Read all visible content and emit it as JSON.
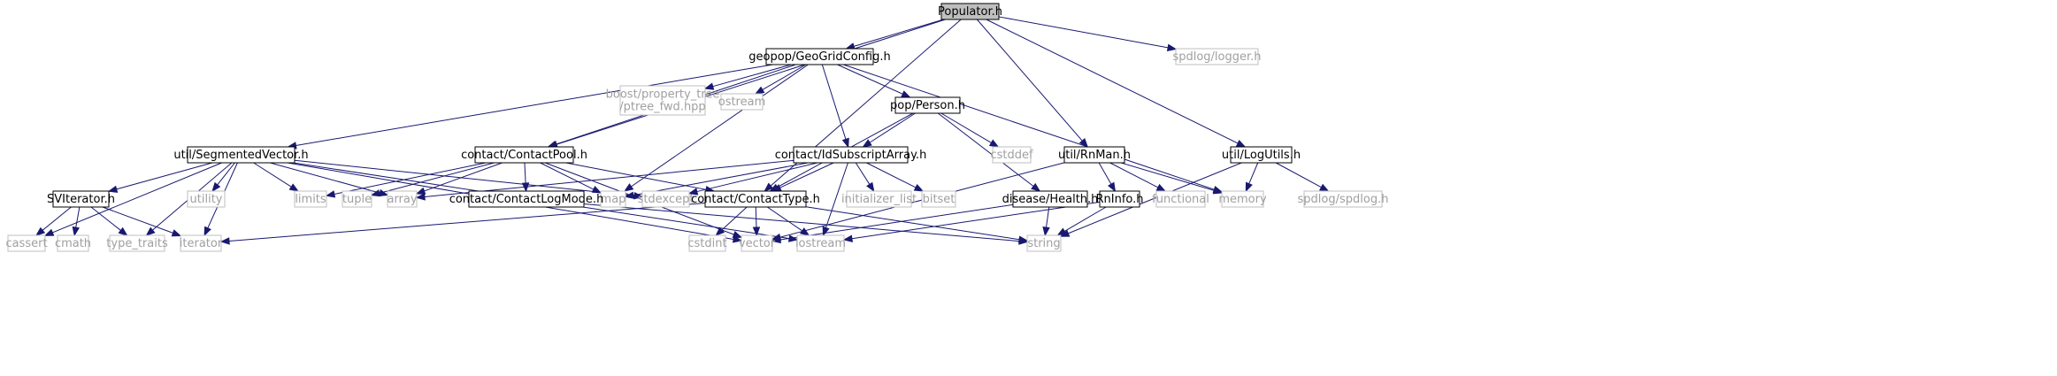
{
  "colors": {
    "edge": "#191970",
    "root_fill": "#bfbfbf",
    "root_stroke": "#000000",
    "local_stroke": "#000000",
    "system_stroke": "#bfbfbf",
    "local_text": "#000000",
    "system_text": "#a0a0a0"
  },
  "nodes": [
    {
      "id": "populator",
      "label": "Populator.h",
      "kind": "root"
    },
    {
      "id": "geogridconfig",
      "label": "geopop/GeoGridConfig.h",
      "kind": "local"
    },
    {
      "id": "spdlog_logger",
      "label": "spdlog/logger.h",
      "kind": "system"
    },
    {
      "id": "ptree_fwd",
      "label": [
        "boost/property_tree",
        "/ptree_fwd.hpp"
      ],
      "kind": "system"
    },
    {
      "id": "ostream",
      "label": "ostream",
      "kind": "system"
    },
    {
      "id": "person",
      "label": "pop/Person.h",
      "kind": "local"
    },
    {
      "id": "segvec",
      "label": "util/SegmentedVector.h",
      "kind": "local"
    },
    {
      "id": "contactpool",
      "label": "contact/ContactPool.h",
      "kind": "local"
    },
    {
      "id": "idsub",
      "label": "contact/IdSubscriptArray.h",
      "kind": "local"
    },
    {
      "id": "cstddef",
      "label": "cstddef",
      "kind": "system"
    },
    {
      "id": "rnman",
      "label": "util/RnMan.h",
      "kind": "local"
    },
    {
      "id": "logutils",
      "label": "util/LogUtils.h",
      "kind": "local"
    },
    {
      "id": "sviterator",
      "label": "SVIterator.h",
      "kind": "local"
    },
    {
      "id": "utility",
      "label": "utility",
      "kind": "system"
    },
    {
      "id": "limits",
      "label": "limits",
      "kind": "system"
    },
    {
      "id": "tuple",
      "label": "tuple",
      "kind": "system"
    },
    {
      "id": "array",
      "label": "array",
      "kind": "system"
    },
    {
      "id": "map",
      "label": "map",
      "kind": "system"
    },
    {
      "id": "stdexcept",
      "label": "stdexcept",
      "kind": "system"
    },
    {
      "id": "contactlogmode",
      "label": "contact/ContactLogMode.h",
      "kind": "local"
    },
    {
      "id": "contacttype",
      "label": "contact/ContactType.h",
      "kind": "local"
    },
    {
      "id": "initlist",
      "label": "initializer_list",
      "kind": "system"
    },
    {
      "id": "bitset",
      "label": "bitset",
      "kind": "system"
    },
    {
      "id": "health",
      "label": "disease/Health.h",
      "kind": "local"
    },
    {
      "id": "rninfo",
      "label": "RnInfo.h",
      "kind": "local"
    },
    {
      "id": "functional",
      "label": "functional",
      "kind": "system"
    },
    {
      "id": "memory",
      "label": "memory",
      "kind": "system"
    },
    {
      "id": "spdlog_spdlog",
      "label": "spdlog/spdlog.h",
      "kind": "system"
    },
    {
      "id": "cassert",
      "label": "cassert",
      "kind": "system"
    },
    {
      "id": "cmath",
      "label": "cmath",
      "kind": "system"
    },
    {
      "id": "type_traits",
      "label": "type_traits",
      "kind": "system"
    },
    {
      "id": "iterator",
      "label": "iterator",
      "kind": "system"
    },
    {
      "id": "cstdint",
      "label": "cstdint",
      "kind": "system"
    },
    {
      "id": "vector",
      "label": "vector",
      "kind": "system"
    },
    {
      "id": "iostream",
      "label": "iostream",
      "kind": "system"
    },
    {
      "id": "string",
      "label": "string",
      "kind": "system"
    }
  ],
  "edges": [
    [
      "populator",
      "geogridconfig"
    ],
    [
      "populator",
      "spdlog_logger"
    ],
    [
      "populator",
      "contactpool"
    ],
    [
      "populator",
      "contacttype"
    ],
    [
      "populator",
      "rnman"
    ],
    [
      "populator",
      "logutils"
    ],
    [
      "geogridconfig",
      "segvec"
    ],
    [
      "geogridconfig",
      "ptree_fwd"
    ],
    [
      "geogridconfig",
      "ostream"
    ],
    [
      "geogridconfig",
      "person"
    ],
    [
      "geogridconfig",
      "contactpool"
    ],
    [
      "geogridconfig",
      "idsub"
    ],
    [
      "geogridconfig",
      "map"
    ],
    [
      "geogridconfig",
      "memory"
    ],
    [
      "person",
      "idsub"
    ],
    [
      "person",
      "cstddef"
    ],
    [
      "person",
      "contacttype"
    ],
    [
      "person",
      "health"
    ],
    [
      "segvec",
      "sviterator"
    ],
    [
      "segvec",
      "cassert"
    ],
    [
      "segvec",
      "iterator"
    ],
    [
      "segvec",
      "type_traits"
    ],
    [
      "segvec",
      "utility"
    ],
    [
      "segvec",
      "limits"
    ],
    [
      "segvec",
      "array"
    ],
    [
      "segvec",
      "stdexcept"
    ],
    [
      "segvec",
      "vector"
    ],
    [
      "segvec",
      "iostream"
    ],
    [
      "contactpool",
      "limits"
    ],
    [
      "contactpool",
      "tuple"
    ],
    [
      "contactpool",
      "array"
    ],
    [
      "contactpool",
      "map"
    ],
    [
      "contactpool",
      "contactlogmode"
    ],
    [
      "contactpool",
      "contacttype"
    ],
    [
      "contactpool",
      "vector"
    ],
    [
      "idsub",
      "array"
    ],
    [
      "idsub",
      "map"
    ],
    [
      "idsub",
      "stdexcept"
    ],
    [
      "idsub",
      "contacttype"
    ],
    [
      "idsub",
      "initlist"
    ],
    [
      "idsub",
      "bitset"
    ],
    [
      "idsub",
      "iostream"
    ],
    [
      "rnman",
      "rninfo"
    ],
    [
      "rnman",
      "functional"
    ],
    [
      "rnman",
      "memory"
    ],
    [
      "rnman",
      "vector"
    ],
    [
      "logutils",
      "memory"
    ],
    [
      "logutils",
      "spdlog_spdlog"
    ],
    [
      "logutils",
      "string"
    ],
    [
      "sviterator",
      "cassert"
    ],
    [
      "sviterator",
      "cmath"
    ],
    [
      "sviterator",
      "type_traits"
    ],
    [
      "sviterator",
      "iterator"
    ],
    [
      "contactlogmode",
      "string"
    ],
    [
      "contacttype",
      "cstdint"
    ],
    [
      "contacttype",
      "vector"
    ],
    [
      "contacttype",
      "iostream"
    ],
    [
      "contacttype",
      "string"
    ],
    [
      "contacttype",
      "iterator"
    ],
    [
      "health",
      "string"
    ],
    [
      "health",
      "vector"
    ],
    [
      "rninfo",
      "string"
    ],
    [
      "rninfo",
      "iostream"
    ]
  ]
}
